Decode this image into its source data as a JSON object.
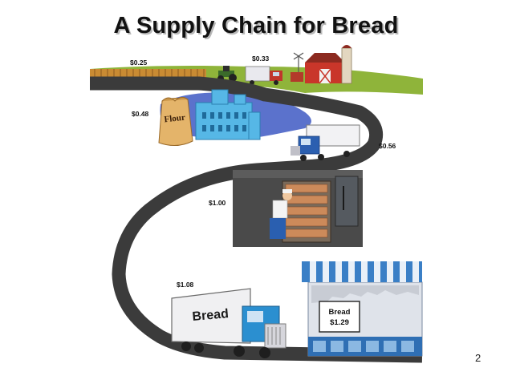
{
  "title": "A Supply Chain for Bread",
  "page_number": "2",
  "stages": [
    {
      "price": "$0.25"
    },
    {
      "price": "$0.33"
    },
    {
      "price": "$0.48"
    },
    {
      "price": "$0.56"
    },
    {
      "price": "$1.00"
    },
    {
      "price": "$1.08"
    }
  ],
  "flour_bag_label": "Flour",
  "truck_label": "Bread",
  "store_sign": {
    "line1": "Bread",
    "line2": "$1.29"
  },
  "colors": {
    "road": "#3b3b3b",
    "water": "#5b72cc",
    "truck_cab": "#2b8fd0",
    "store_awning": "#3a7fc6",
    "barn": "#c9362a"
  }
}
